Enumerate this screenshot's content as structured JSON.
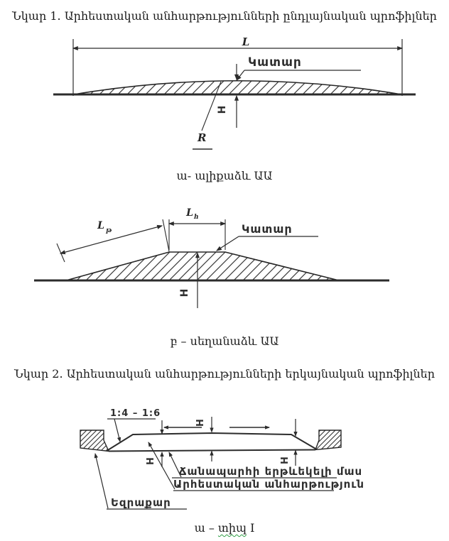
{
  "document": {
    "figure1_title": "Նկար 1. Արհեստական անհարթությունների ընդլայնական պրոֆիլներ",
    "figure1_caption": "ա- ալիքաձև ԱԱ",
    "figure2_caption": "բ – սեղանաձև ԱԱ",
    "figure2_title": "Նկար 2. Արհեստական անհարթությունների երկայնական պրոֆիլներ",
    "figure3_caption_prefix": "ա – ",
    "figure3_caption_marked": "տիպ",
    "figure3_caption_suffix": " I"
  },
  "diagram1": {
    "length_label": "L",
    "crest_label": "Կատար",
    "height_label": "H",
    "radius_label": "R"
  },
  "diagram2": {
    "slope_length_label": "L",
    "slope_length_sub": "թ",
    "platform_length_label": "L",
    "platform_length_sub": "հ",
    "crest_label": "Կատար",
    "height_label": "H"
  },
  "diagram3": {
    "slope_ratio_label": "1:4 – 1:6",
    "height_label": "H",
    "carriageway_label": "Ճանապարհի երթևեկելի մաս",
    "bump_label": "Արհեստական անհարթություն",
    "curb_label": "Եզրաքար"
  },
  "colors": {
    "ink": "#1b1b1b",
    "scan_ink": "#2e2e2e",
    "spellcheck_wave": "#2f9e44"
  }
}
